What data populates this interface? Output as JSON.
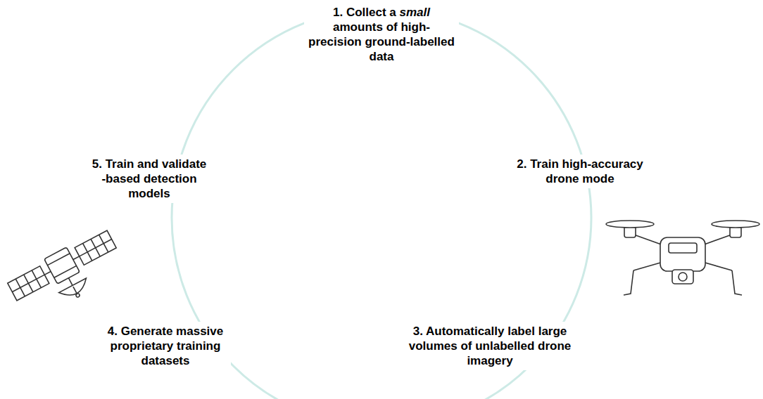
{
  "diagram": {
    "labels": [
      "1. Collect a small amounts of high-precision ground-labelled data",
      "2. Train high-accuracy drone mode",
      "3. Automatically label large volumes of unlabelled drone imagery",
      "4. Generate massive proprietary training datasets",
      "5. Train and validate -based detection models"
    ]
  }
}
